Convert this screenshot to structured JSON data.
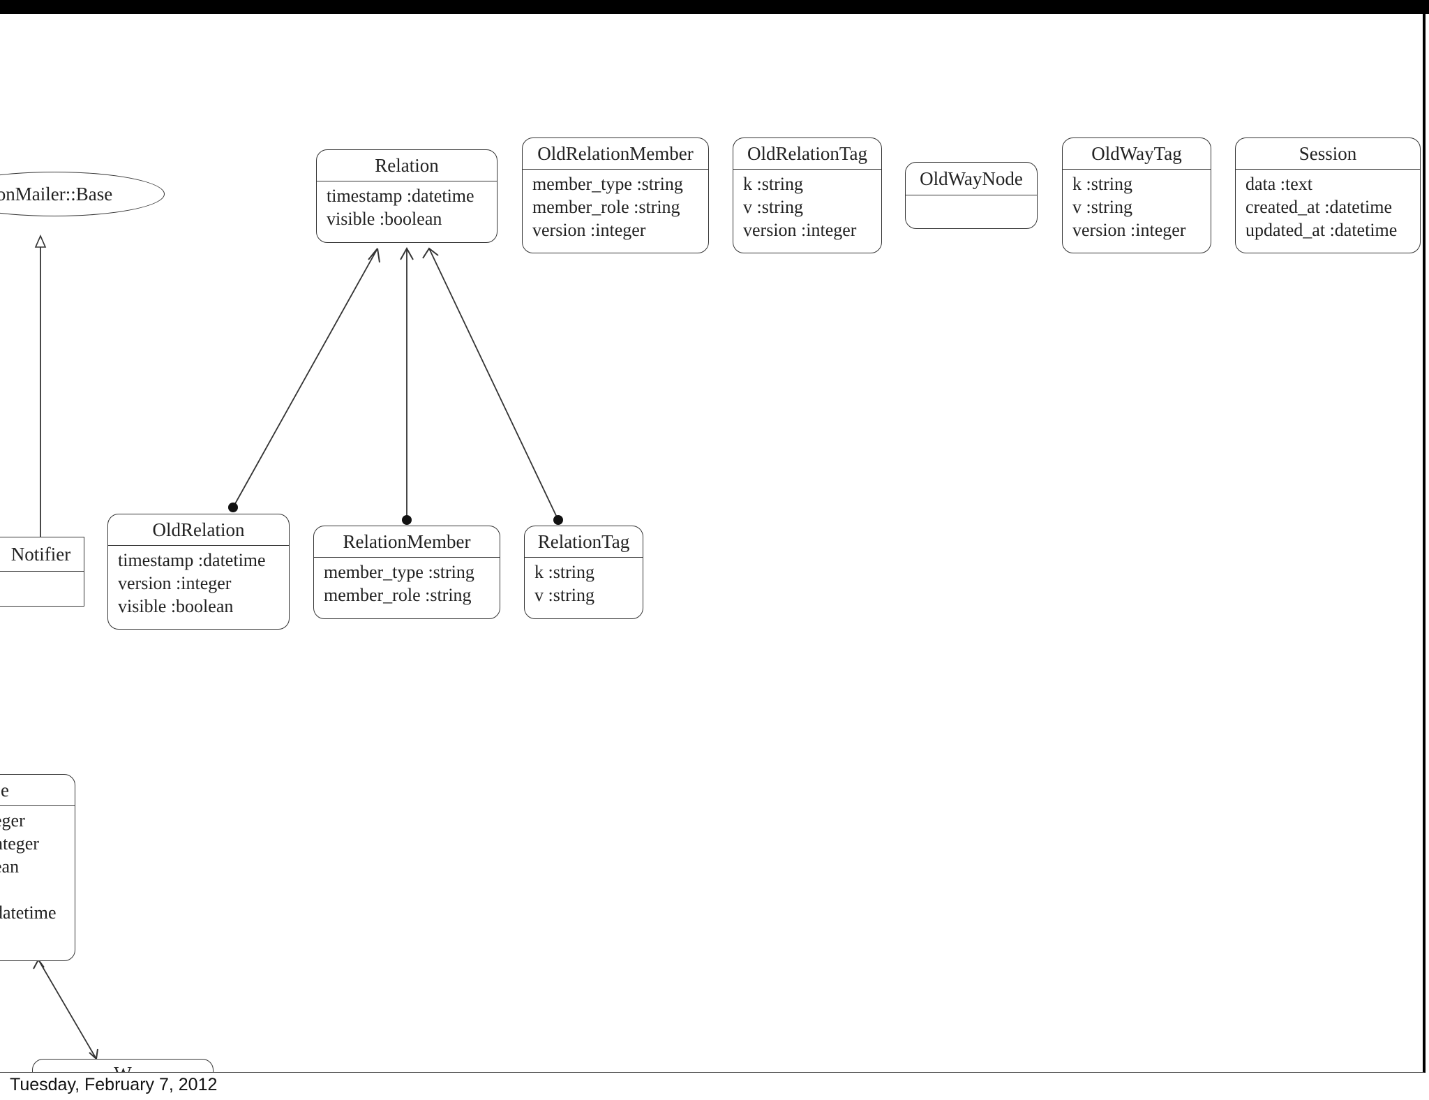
{
  "footer": {
    "date": "Tuesday, February 7, 2012"
  },
  "diagram": {
    "ellipse": {
      "label": "onMailer::Base"
    },
    "relation": {
      "title": "Relation",
      "attrs": [
        "timestamp :datetime",
        "visible :boolean"
      ]
    },
    "old_relation_member": {
      "title": "OldRelationMember",
      "attrs": [
        "member_type :string",
        "member_role :string",
        "version :integer"
      ]
    },
    "old_relation_tag": {
      "title": "OldRelationTag",
      "attrs": [
        "k :string",
        "v :string",
        "version :integer"
      ]
    },
    "old_way_node": {
      "title": "OldWayNode"
    },
    "old_way_tag": {
      "title": "OldWayTag",
      "attrs": [
        "k :string",
        "v :string",
        "version :integer"
      ]
    },
    "session": {
      "title": "Session",
      "attrs": [
        "data :text",
        "created_at :datetime",
        "updated_at :datetime"
      ]
    },
    "notifier": {
      "title": "Notifier"
    },
    "old_relation": {
      "title": "OldRelation",
      "attrs": [
        "timestamp :datetime",
        "version :integer",
        "visible :boolean"
      ]
    },
    "relation_member": {
      "title": "RelationMember",
      "attrs": [
        "member_type :string",
        "member_role :string"
      ]
    },
    "relation_tag": {
      "title": "RelationTag",
      "attrs": [
        "k :string",
        "v :string"
      ]
    },
    "partial_node": {
      "title": "e",
      "attrs": [
        "eger",
        "nteger",
        "ean",
        "",
        "datetime"
      ]
    },
    "partial_bottom_node": {
      "title": "W"
    }
  }
}
